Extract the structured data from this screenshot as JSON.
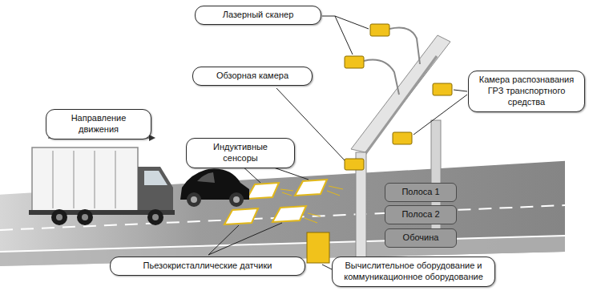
{
  "diagram": {
    "nodes": [
      {
        "text": [
          "Лазерный сканер"
        ]
      },
      {
        "text": [
          "Обзорная камера"
        ]
      },
      {
        "text": [
          "Камера распознавания ГРЗ транспортного средства"
        ]
      },
      {
        "text": [
          "Направление движения"
        ]
      },
      {
        "text": [
          "Индуктивные сенсоры"
        ]
      },
      {
        "text": [
          "Полоса 1"
        ]
      },
      {
        "text": [
          "Полоса 2"
        ]
      },
      {
        "text": [
          "Обочина"
        ]
      },
      {
        "text": [
          "Пьезокристаллические датчики"
        ]
      },
      {
        "text": [
          "Вычислительное оборудование и коммуникационное оборудование"
        ]
      }
    ]
  }
}
